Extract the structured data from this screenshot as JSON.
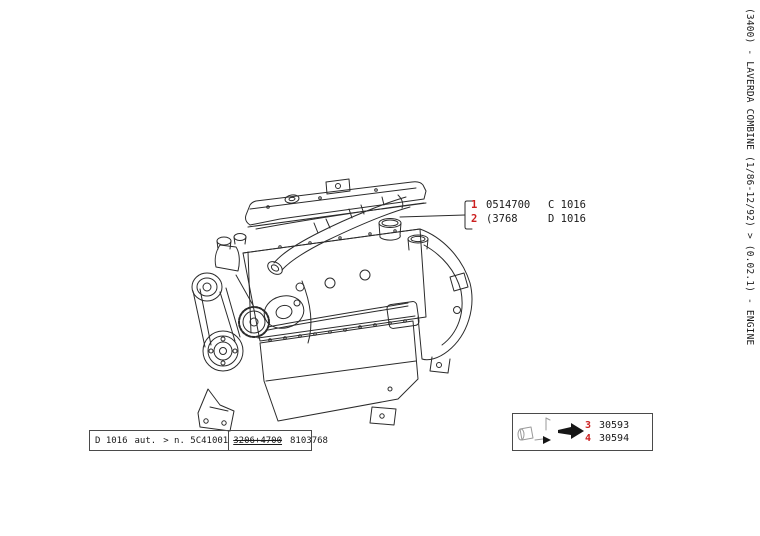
{
  "sidebar": {
    "title": "(3400) - LAVERDA COMBINE (1/86-12/92) > (0.02.1) - ENGINE"
  },
  "callout_box_top": {
    "rows": [
      {
        "num": "1",
        "part": "0514700",
        "suffix": "C 1016"
      },
      {
        "num": "2",
        "part": "(3768",
        "suffix": "D 1016"
      }
    ]
  },
  "serial_box": {
    "model": "D 1016",
    "variant": "aut.",
    "serial": "> n. 5C41001",
    "superseded_code": "3206+4700",
    "code": "8103768"
  },
  "callout_box_bottom": {
    "rows": [
      {
        "num": "3",
        "part": "30593"
      },
      {
        "num": "4",
        "part": "30594"
      }
    ]
  },
  "colors": {
    "callout_red": "#cc2020",
    "ink": "#1c1c1c"
  }
}
